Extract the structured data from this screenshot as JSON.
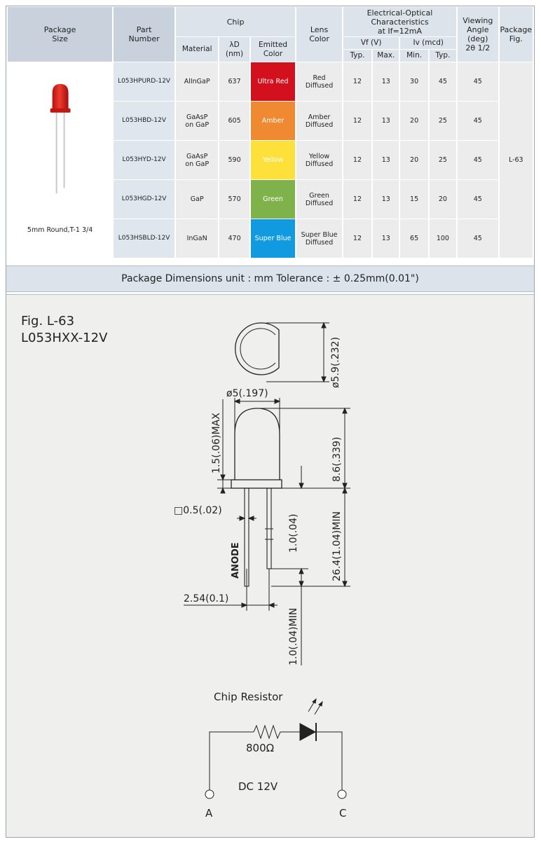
{
  "table": {
    "headers": {
      "package_size": [
        "Package",
        "Size"
      ],
      "part_number": [
        "Part",
        "Number"
      ],
      "chip": "Chip",
      "material": "Material",
      "lambda": [
        "λD",
        "(nm)"
      ],
      "emitted_color": [
        "Emitted",
        "Color"
      ],
      "lens_color": [
        "Lens",
        "Color"
      ],
      "electrical_optical": [
        "Electrical-Optical",
        "Characteristics",
        "at If=12mA"
      ],
      "vf": "Vf (V)",
      "iv": "Iv (mcd)",
      "typ": "Typ.",
      "max": "Max.",
      "min": "Min.",
      "typ2": "Typ.",
      "viewing_angle": [
        "Viewing",
        "Angle",
        "(deg)",
        "2θ 1/2"
      ],
      "package_fig": [
        "Package",
        "Fig."
      ]
    },
    "package_label": "5mm Round,T-1 3/4",
    "package_fig_value": "L-63",
    "rows": [
      {
        "part": "L053HPURD-12V",
        "material": [
          "AlInGaP"
        ],
        "wavelength": "637",
        "emitted": "Ultra Red",
        "emitted_color": "#d2101e",
        "lens": [
          "Red",
          "Diffused"
        ],
        "vf_typ": "12",
        "vf_max": "13",
        "iv_min": "30",
        "iv_typ": "45",
        "angle": "45"
      },
      {
        "part": "L053HBD-12V",
        "material": [
          "GaAsP",
          "on GaP"
        ],
        "wavelength": "605",
        "emitted": "Amber",
        "emitted_color": "#ef8a32",
        "lens": [
          "Amber",
          "Diffused"
        ],
        "vf_typ": "12",
        "vf_max": "13",
        "iv_min": "20",
        "iv_typ": "25",
        "angle": "45"
      },
      {
        "part": "L053HYD-12V",
        "material": [
          "GaAsP",
          "on GaP"
        ],
        "wavelength": "590",
        "emitted": "Yellow",
        "emitted_color": "#fde03a",
        "lens": [
          "Yellow",
          "Diffused"
        ],
        "vf_typ": "12",
        "vf_max": "13",
        "iv_min": "20",
        "iv_typ": "25",
        "angle": "45"
      },
      {
        "part": "L053HGD-12V",
        "material": [
          "GaP"
        ],
        "wavelength": "570",
        "emitted": "Green",
        "emitted_color": "#7fb24a",
        "lens": [
          "Green",
          "Diffused"
        ],
        "vf_typ": "12",
        "vf_max": "13",
        "iv_min": "15",
        "iv_typ": "20",
        "angle": "45"
      },
      {
        "part": "L053HSBLD-12V",
        "material": [
          "InGaN"
        ],
        "wavelength": "470",
        "emitted": "Super Blue",
        "emitted_color": "#129ae0",
        "lens": [
          "Super Blue",
          "Diffused"
        ],
        "vf_typ": "12",
        "vf_max": "13",
        "iv_min": "65",
        "iv_typ": "100",
        "angle": "45"
      }
    ]
  },
  "dimensions_bar": "Package Dimensions   unit : mm  Tolerance : ± 0.25mm(0.01\")",
  "figure": {
    "title": "Fig. L-63",
    "model": "L053HXX-12V",
    "dims": {
      "diameter_rim": "ø5.9(.232)",
      "diameter_body": "ø5(.197)",
      "flange_max": "1.5(.06)MAX",
      "body_height": "8.6(.339)",
      "lead_square": "□0.5(.02)",
      "flange_thickness": "1.0(.04)",
      "lead_length": "26.4(1.04)MIN",
      "anode": "ANODE",
      "lead_spacing": "2.54(0.1)",
      "lead_min": "1.0(.04)MIN"
    },
    "circuit": {
      "label": "Chip Resistor",
      "resistor": "800Ω",
      "supply": "DC 12V",
      "terminal_a": "A",
      "terminal_c": "C"
    }
  }
}
